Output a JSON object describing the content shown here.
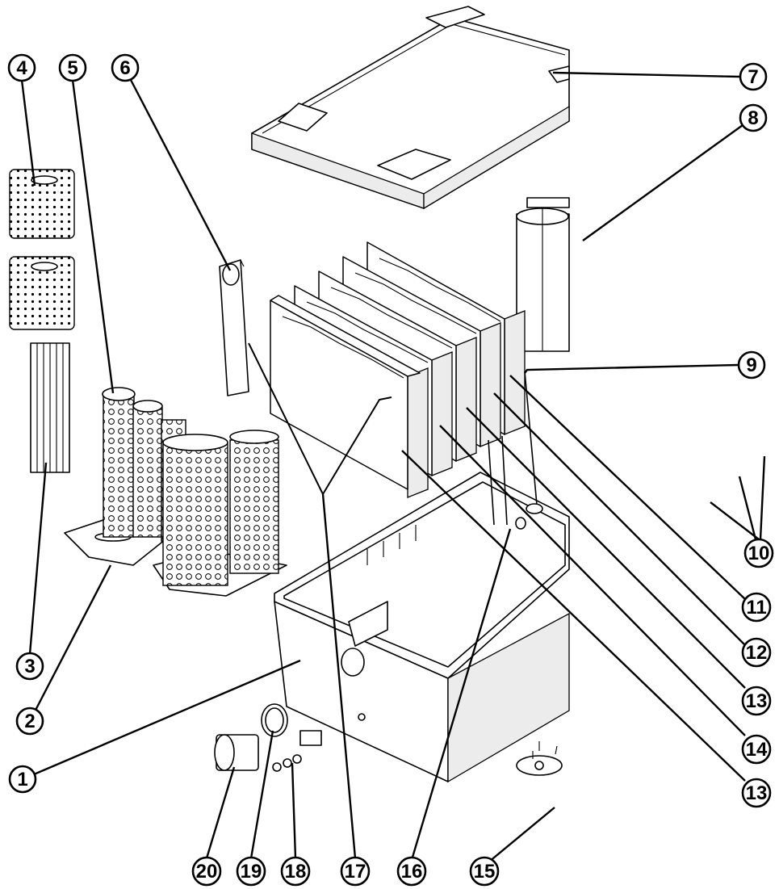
{
  "callouts": [
    {
      "id": "1",
      "label": "1"
    },
    {
      "id": "2",
      "label": "2"
    },
    {
      "id": "3",
      "label": "3"
    },
    {
      "id": "4",
      "label": "4"
    },
    {
      "id": "5",
      "label": "5"
    },
    {
      "id": "6",
      "label": "6"
    },
    {
      "id": "7",
      "label": "7"
    },
    {
      "id": "8",
      "label": "8"
    },
    {
      "id": "9",
      "label": "9"
    },
    {
      "id": "10",
      "label": "10"
    },
    {
      "id": "11",
      "label": "11"
    },
    {
      "id": "12",
      "label": "12"
    },
    {
      "id": "13a",
      "label": "13"
    },
    {
      "id": "14",
      "label": "14"
    },
    {
      "id": "13b",
      "label": "13"
    },
    {
      "id": "15",
      "label": "15"
    },
    {
      "id": "16",
      "label": "16"
    },
    {
      "id": "17",
      "label": "17"
    },
    {
      "id": "18",
      "label": "18"
    },
    {
      "id": "19",
      "label": "19"
    },
    {
      "id": "20",
      "label": "20"
    }
  ],
  "colors": {
    "line": "#000000",
    "background": "#ffffff",
    "shade": "#ececec"
  }
}
